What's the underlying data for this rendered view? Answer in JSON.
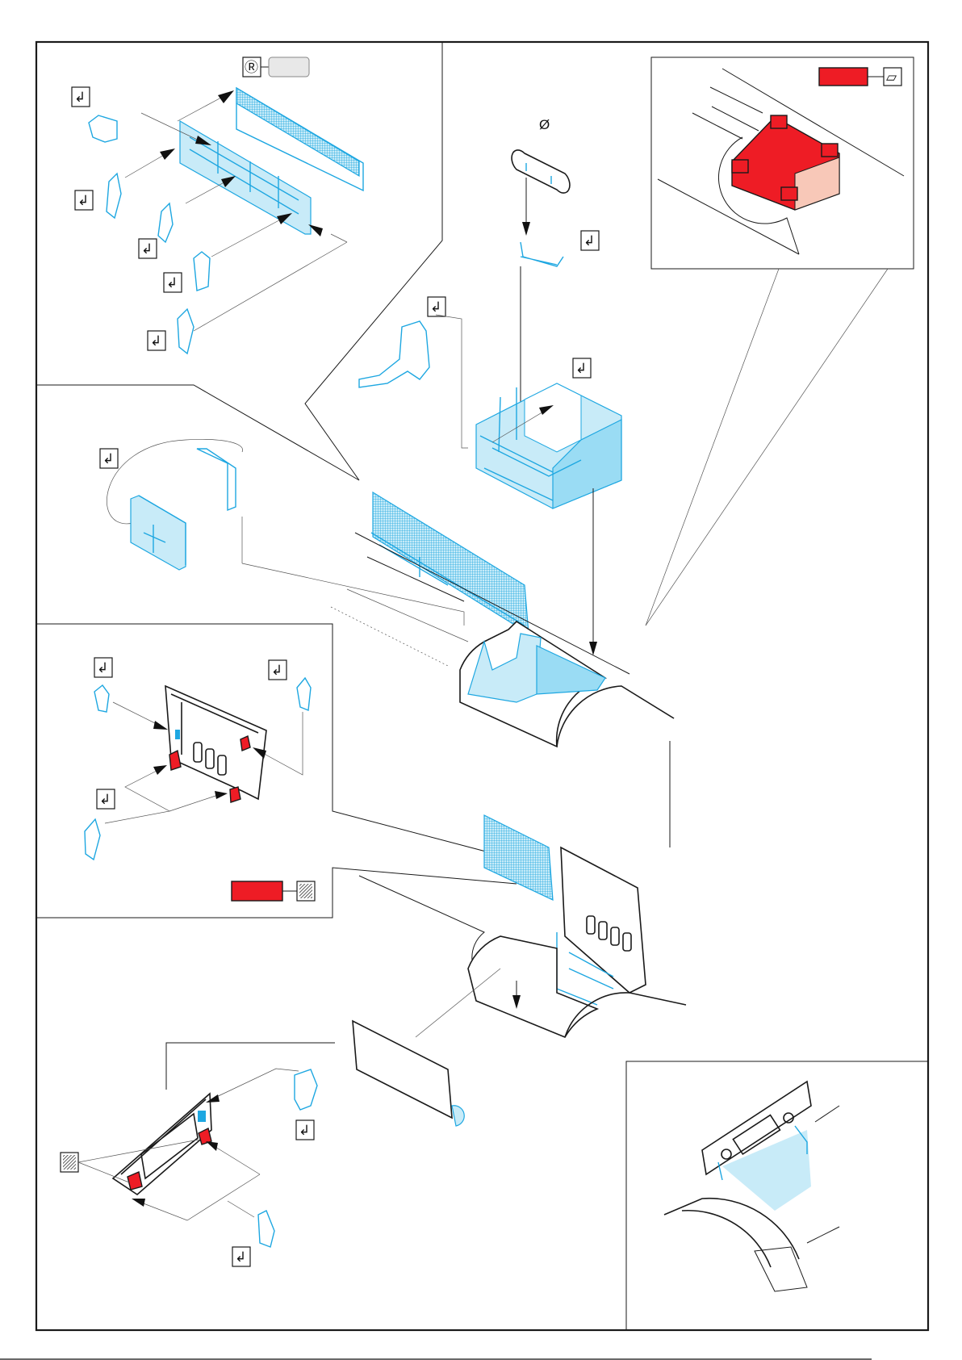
{
  "sheet": {
    "title": "Photo-etch assembly instruction sheet",
    "colors": {
      "photo_etch": "#1ea7e1",
      "photo_etch_fill": "#c8ebf8",
      "paint_red": "#ee1c25",
      "paint_pale": "#f8c8b8",
      "line": "#1a1a1a",
      "label_gray": "#e8e8e8"
    }
  },
  "symbols": {
    "bend": {
      "glyph": "↲",
      "meaning": "bend-part"
    },
    "remove": {
      "glyph": "Ø",
      "meaning": "remove-kit-part"
    },
    "resin": {
      "glyph": "Ⓡ",
      "meaning": "resin-part"
    },
    "sand": {
      "glyph": "▱",
      "meaning": "sand-surface"
    },
    "texture": {
      "glyph": "▨",
      "meaning": "textured-surface"
    }
  },
  "callouts": {
    "resin_label": "",
    "paint_label_top": "",
    "paint_label_mid": ""
  },
  "steps": [
    {
      "id": "step-top-left",
      "description": "Side wall panel with mesh and hinges"
    },
    {
      "id": "step-top-center",
      "description": "Remove pin, fit bracket and frame into box"
    },
    {
      "id": "step-top-right",
      "description": "Red resin detail inset, sand surface"
    },
    {
      "id": "step-middle-left-box",
      "description": "Fold box and bracket"
    },
    {
      "id": "step-middle-left-door",
      "description": "Door panel with hinges"
    },
    {
      "id": "step-fuselage-1",
      "description": "Install assemblies into fuselage opening"
    },
    {
      "id": "step-fuselage-2",
      "description": "Door and wall placement in fuselage"
    },
    {
      "id": "step-bottom-left",
      "description": "Lower door panel with hinges"
    },
    {
      "id": "step-bottom-right",
      "description": "Final result inset"
    }
  ]
}
